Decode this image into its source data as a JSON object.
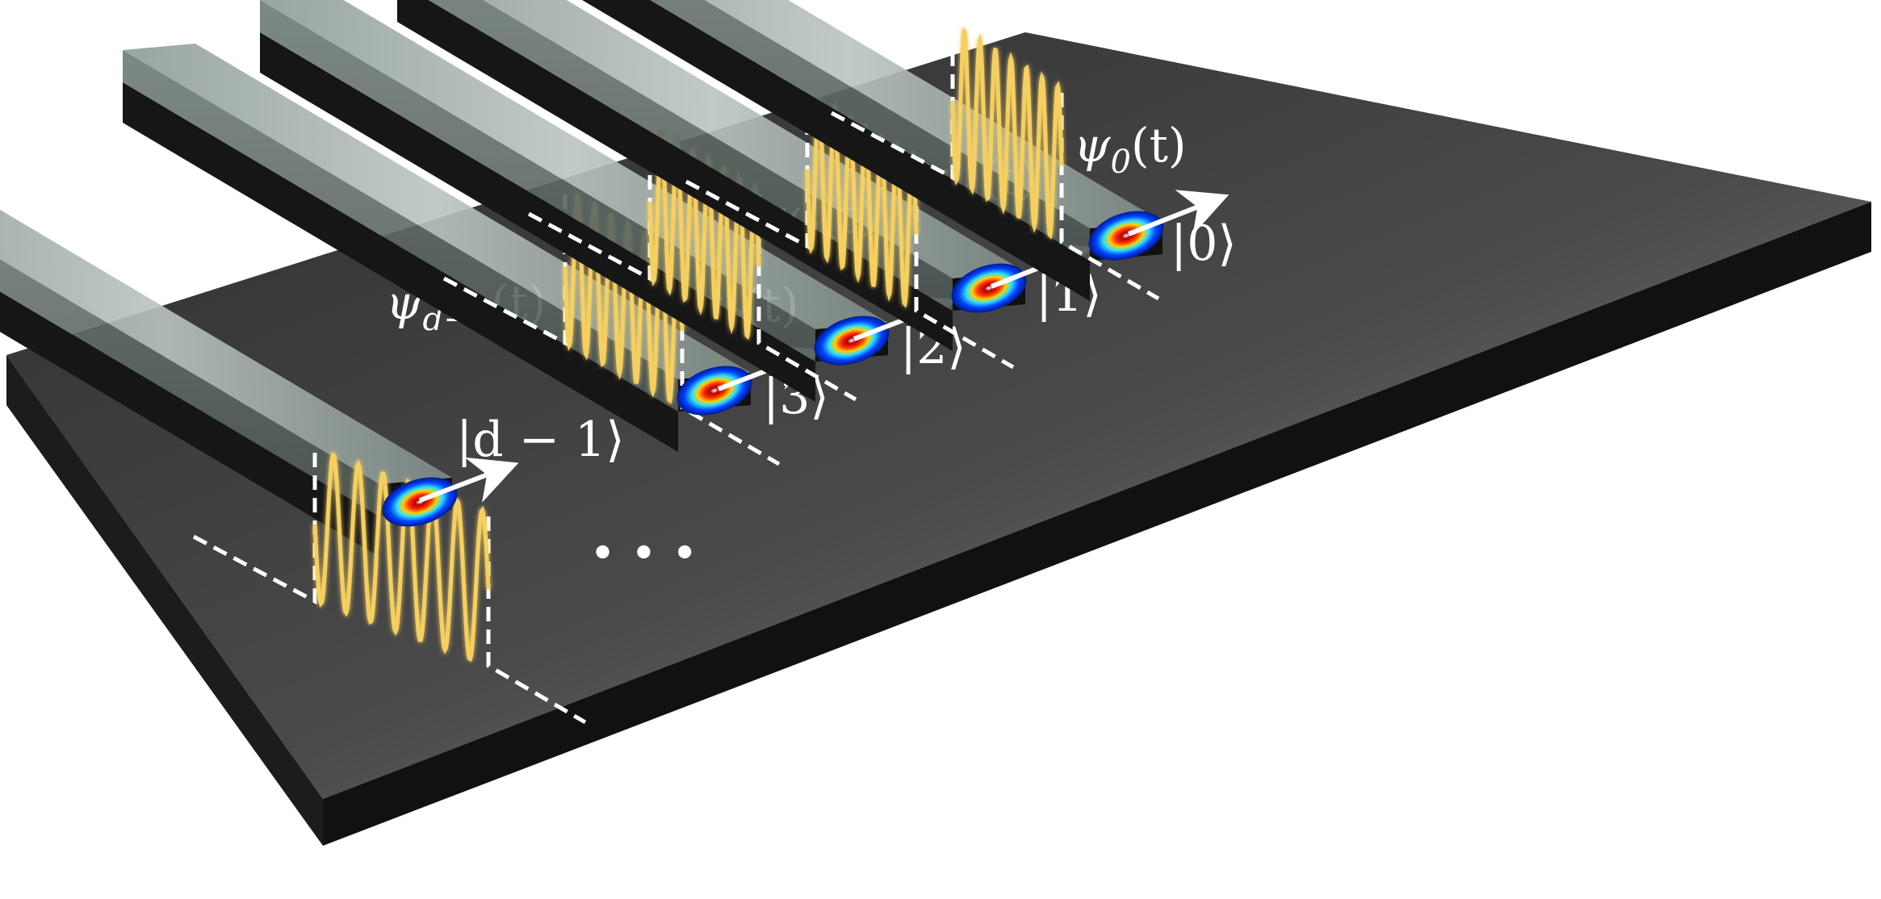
{
  "colors": {
    "substrate_top": "#3a3a3a",
    "substrate_side": "#1a1a1a",
    "waveguide_glass": "#9aa8a3",
    "wave": "#f5d060",
    "dash": "#ffffff"
  },
  "channels": [
    {
      "psi": {
        "sym": "ψ",
        "sub": "d−1",
        "arg": "(t)"
      },
      "ket": "|d − 1⟩"
    },
    {
      "psi": {
        "sym": "ψ",
        "sub": "3",
        "arg": "(t)"
      },
      "ket": "|3⟩"
    },
    {
      "psi": {
        "sym": "ψ",
        "sub": "2",
        "arg": "(t)"
      },
      "ket": "|2⟩"
    },
    {
      "psi": {
        "sym": "ψ",
        "sub": "1",
        "arg": "(t)"
      },
      "ket": "|1⟩"
    },
    {
      "psi": {
        "sym": "ψ",
        "sub": "0",
        "arg": "(t)"
      },
      "ket": "|0⟩"
    }
  ],
  "ellipsis": "• • •"
}
